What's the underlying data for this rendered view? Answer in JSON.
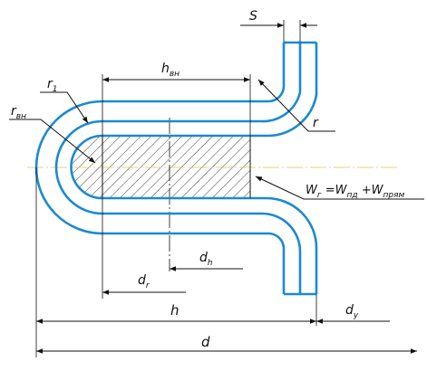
{
  "labels": {
    "s": "S",
    "h_vn": "h",
    "h_vn_sub": "вн",
    "r1": "r",
    "r1_sub": "1",
    "r_vn": "r",
    "r_vn_sub": "вн",
    "r": "r",
    "d_h": "d",
    "d_h_sub": "h",
    "d_r": "d",
    "d_r_sub": "r",
    "h": "h",
    "d_y": "d",
    "d_y_sub": "y",
    "d": "d",
    "formula_w1": "W",
    "formula_w1_sub": "г",
    "formula_eq": " =",
    "formula_w2": "W",
    "formula_w2_sub": "пд",
    "formula_plus": " +",
    "formula_w3": "W",
    "formula_w3_sub": "прям"
  },
  "colors": {
    "tube": "#1a8ad4",
    "line": "#111111",
    "centerline": "#e0c850"
  }
}
